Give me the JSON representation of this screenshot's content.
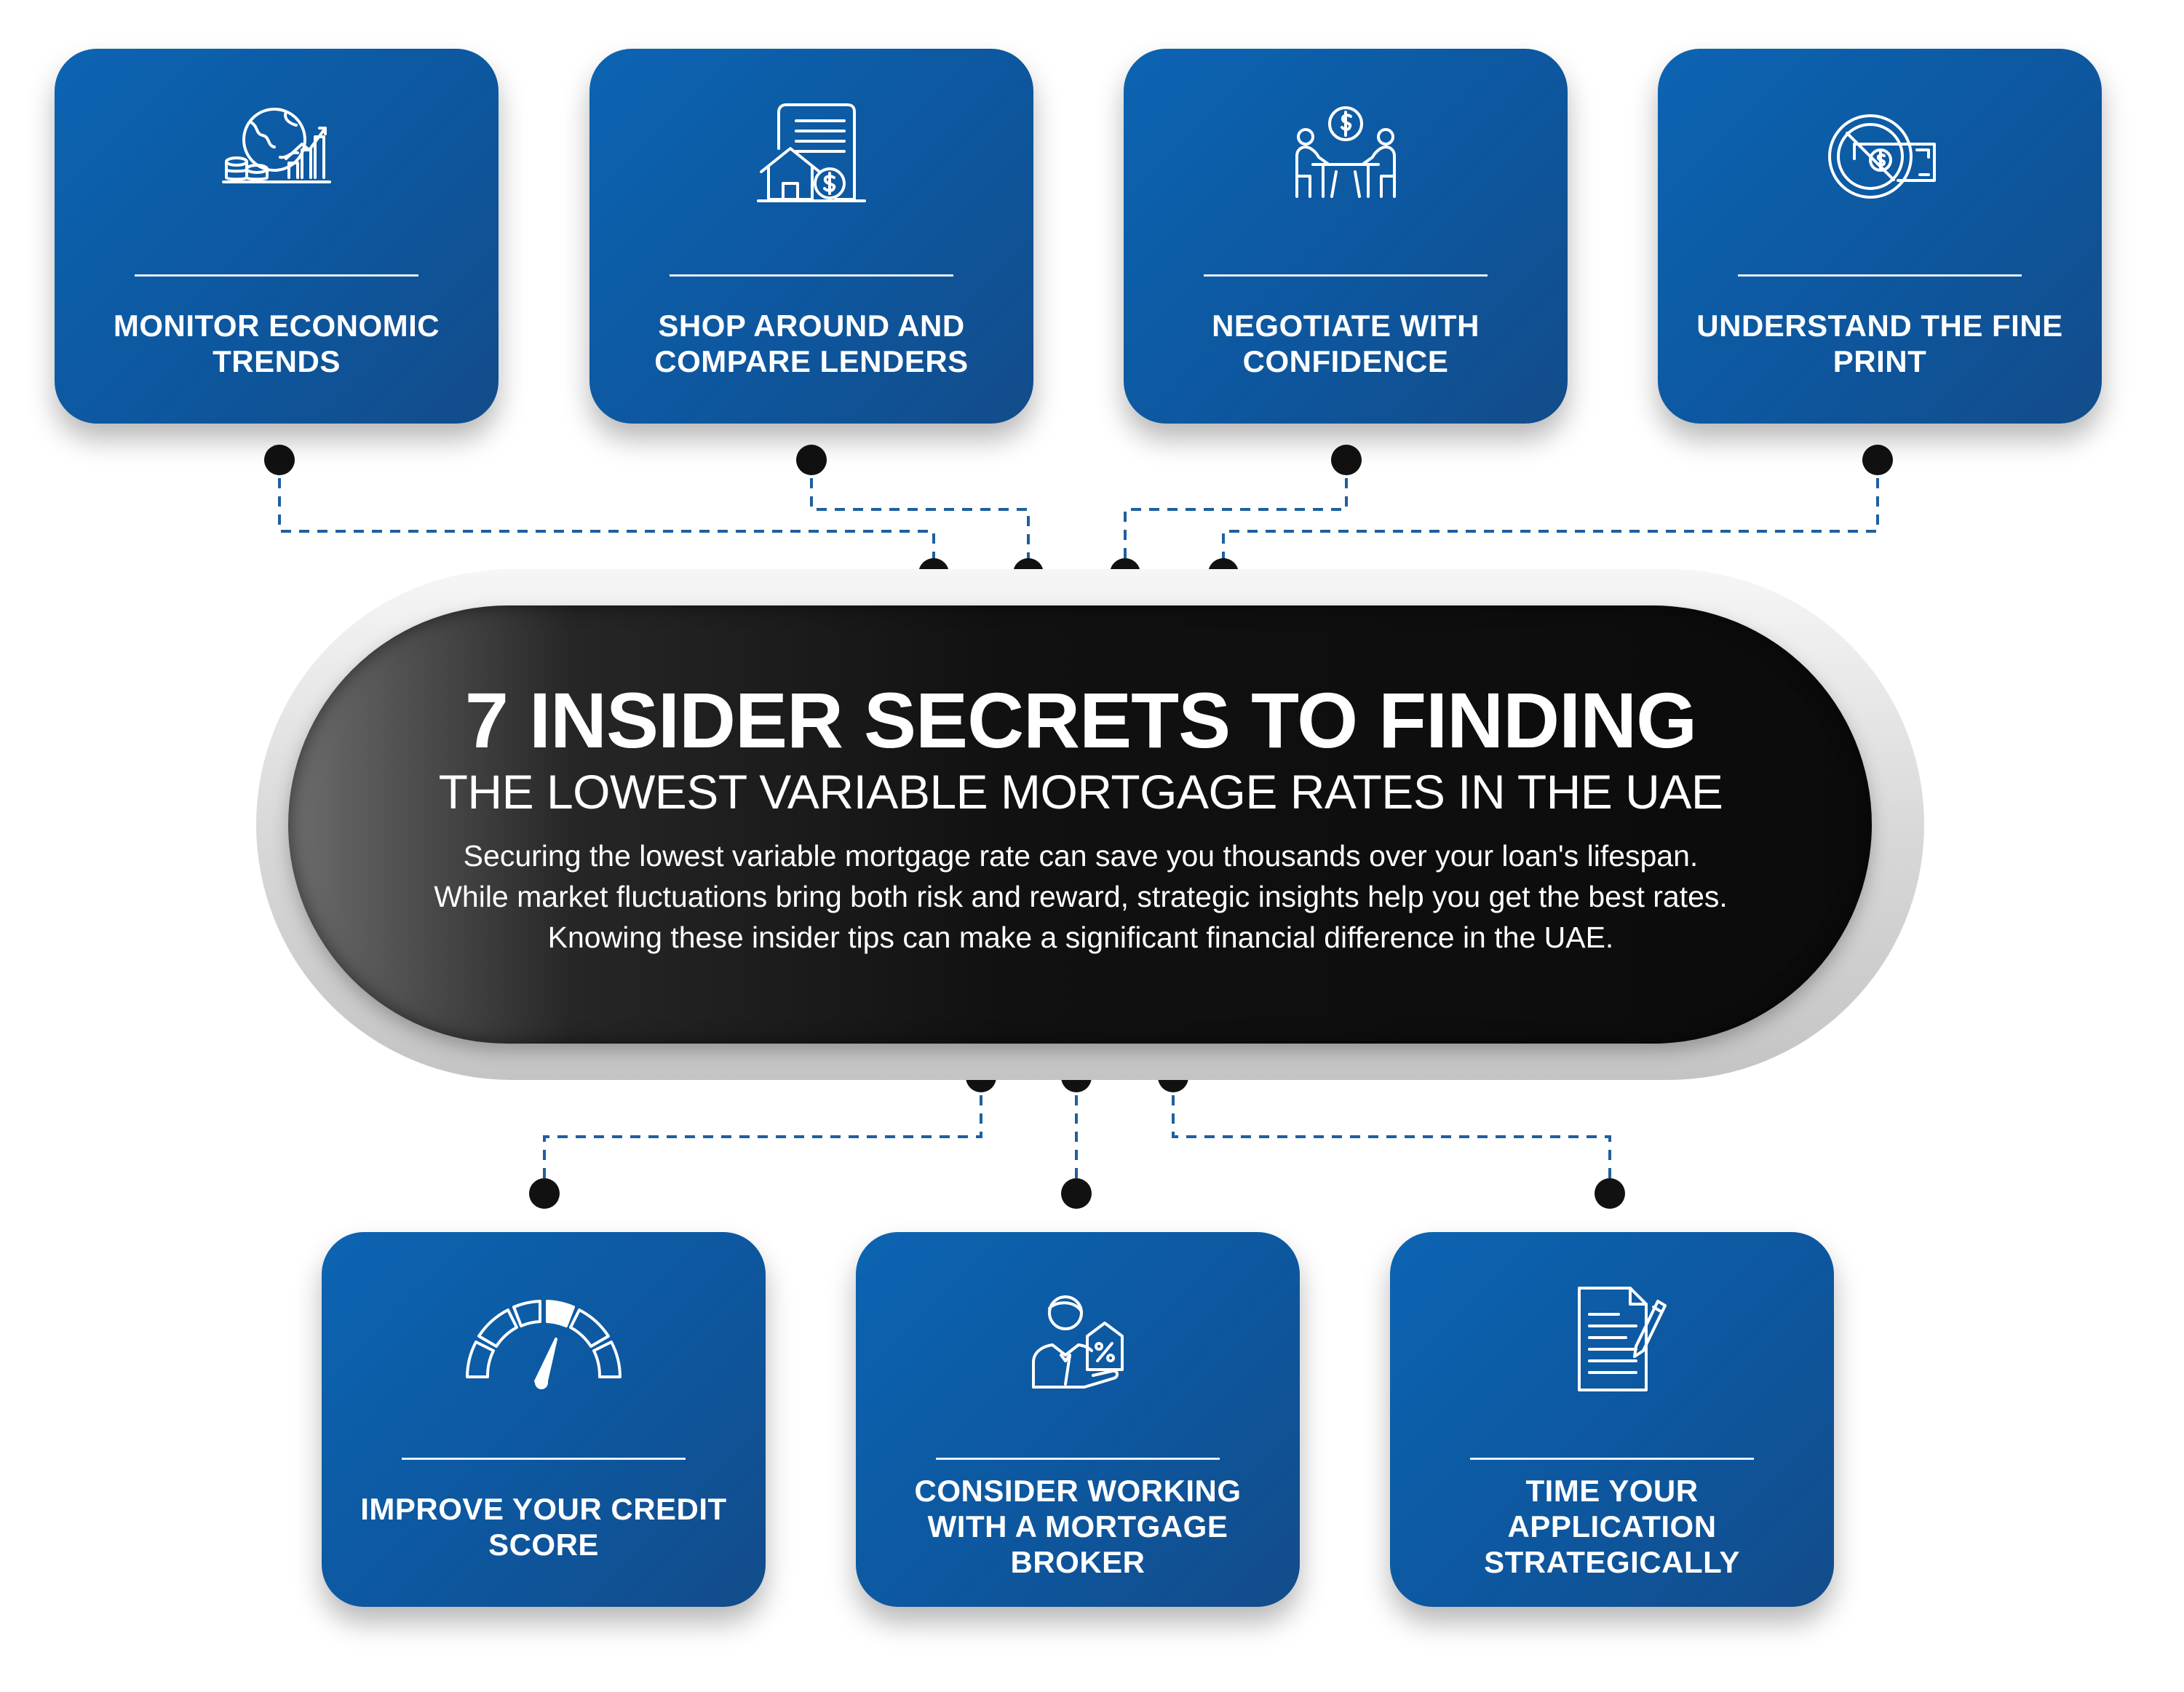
{
  "header": {
    "title": "7 INSIDER SECRETS TO FINDING",
    "subtitle": "THE LOWEST VARIABLE MORTGAGE RATES IN THE UAE",
    "description": [
      "Securing the lowest variable mortgage rate can save you thousands over your loan's lifespan.",
      "While market fluctuations bring both risk and reward, strategic insights help you get the best rates.",
      "Knowing these insider tips can make a significant financial difference in the UAE."
    ]
  },
  "tips": [
    {
      "label": "MONITOR ECONOMIC TRENDS",
      "icon": "globe-chart-icon"
    },
    {
      "label": "SHOP AROUND AND COMPARE LENDERS",
      "icon": "house-document-icon"
    },
    {
      "label": "NEGOTIATE WITH CONFIDENCE",
      "icon": "negotiation-table-icon"
    },
    {
      "label": "UNDERSTAND THE FINE PRINT",
      "icon": "no-hidden-fees-icon"
    },
    {
      "label": "IMPROVE YOUR CREDIT SCORE",
      "icon": "credit-gauge-icon"
    },
    {
      "label": "CONSIDER WORKING WITH A MORTGAGE BROKER",
      "icon": "broker-icon"
    },
    {
      "label": "TIME YOUR APPLICATION STRATEGICALLY",
      "icon": "document-pen-icon"
    }
  ],
  "colors": {
    "card_blue": "#0c64b2",
    "card_blue_dark": "#134c8a",
    "hero_black": "#111111",
    "connector_blue": "#1f5f9f",
    "dot": "#111111"
  }
}
